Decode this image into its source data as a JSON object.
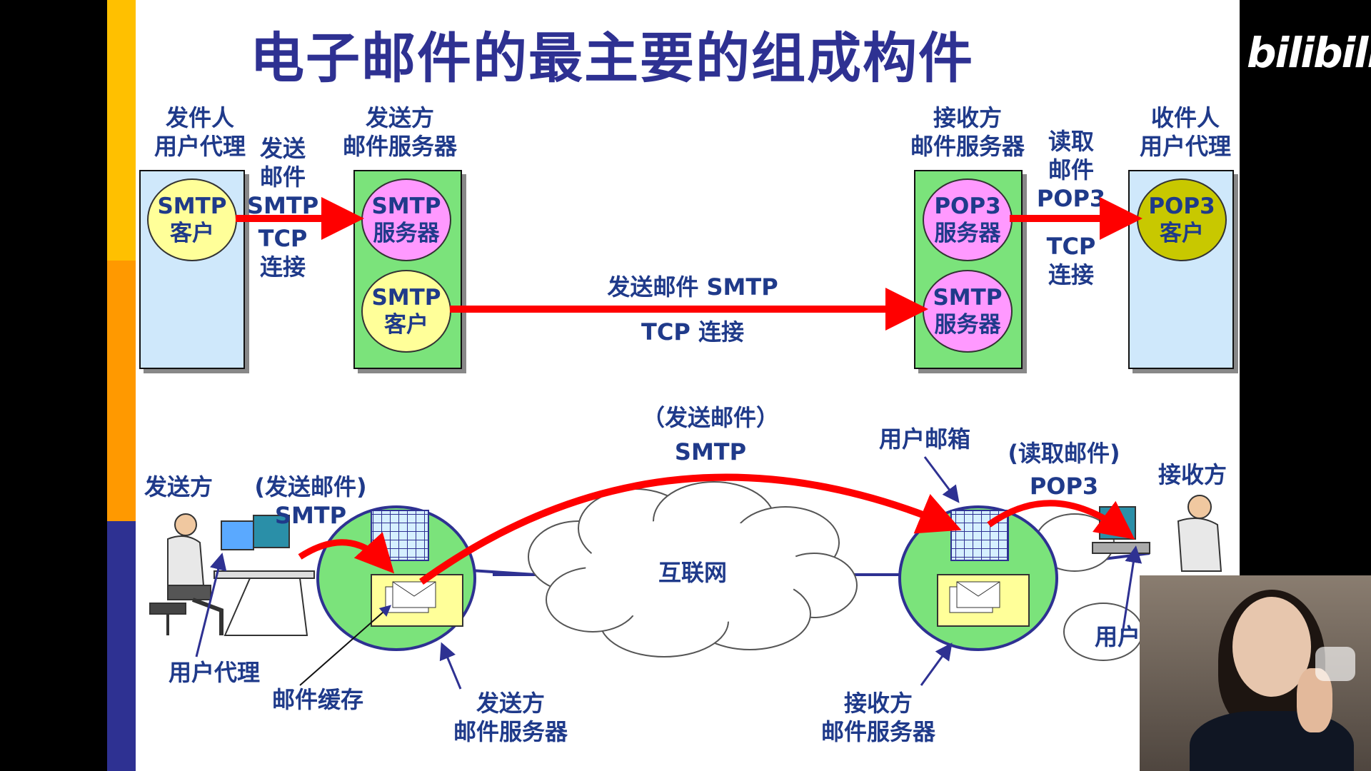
{
  "title": "电子邮件的最主要的组成构件",
  "watermark": "bilibili",
  "top_diagram": {
    "sender_ua_label": [
      "发件人",
      "用户代理"
    ],
    "sender_server_label": [
      "发送方",
      "邮件服务器"
    ],
    "receiver_server_label": [
      "接收方",
      "邮件服务器"
    ],
    "receiver_ua_label": [
      "收件人",
      "用户代理"
    ],
    "smtp_client": [
      "SMTP",
      "客户"
    ],
    "smtp_server": [
      "SMTP",
      "服务器"
    ],
    "pop3_server": [
      "POP3",
      "服务器"
    ],
    "pop3_client": [
      "POP3",
      "客户"
    ],
    "arrow1_top": [
      "发送",
      "邮件",
      "SMTP"
    ],
    "arrow1_bottom": [
      "TCP",
      "连接"
    ],
    "arrow2_top": "发送邮件 SMTP",
    "arrow2_bottom": "TCP 连接",
    "arrow3_top": [
      "读取",
      "邮件",
      "POP3"
    ],
    "arrow3_bottom": [
      "TCP",
      "连接"
    ]
  },
  "bottom_diagram": {
    "sender": "发送方",
    "send_mail_smtp": [
      "(发送邮件)",
      "SMTP"
    ],
    "mid_send": [
      "（发送邮件）",
      "SMTP"
    ],
    "mailbox": "用户邮箱",
    "read_mail": [
      "(读取邮件)",
      "POP3"
    ],
    "receiver": "接收方",
    "internet": "互联网",
    "user_agent": "用户代理",
    "mail_buffer": "邮件缓存",
    "sender_server": [
      "发送方",
      "邮件服务器"
    ],
    "receiver_server": [
      "接收方",
      "邮件服务器"
    ],
    "user_partial": "用户"
  },
  "colors": {
    "title": "#2e3192",
    "arrow": "#ff0000",
    "server_green": "#7be37b",
    "ua_blue": "#cfe8fb"
  }
}
